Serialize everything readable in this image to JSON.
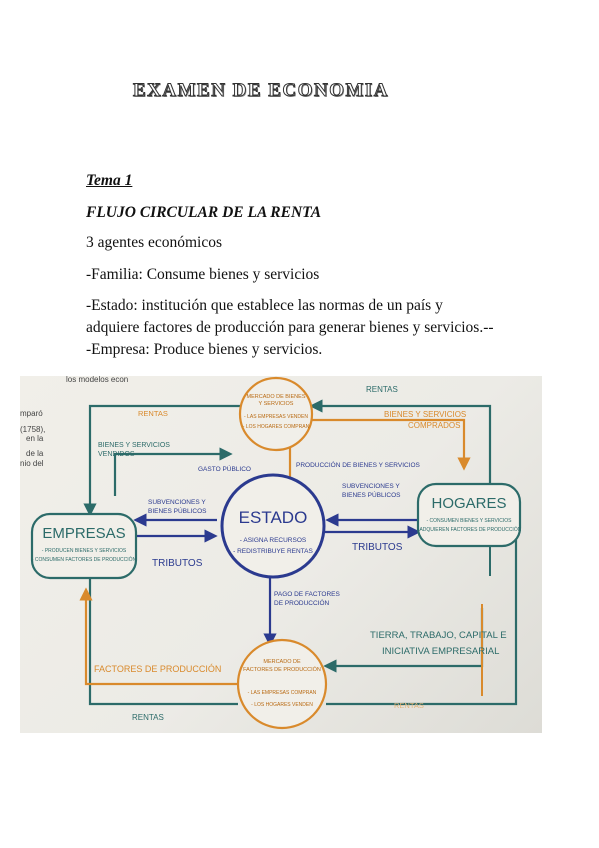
{
  "header": {
    "title": "EXAMEN DE ECONOMIA"
  },
  "doc": {
    "tema": "Tema 1",
    "heading": "FLUJO CIRCULAR DE LA RENTA",
    "agents": "3 agentes económicos",
    "familia": "-Familia: Consume bienes y servicios",
    "estado_1": "-Estado: institución que establece las normas de un país y",
    "estado_2": "adquiere factores de producción para generar bienes y servicios.--",
    "empresa": "-Empresa: Produce bienes y servicios."
  },
  "photo": {
    "colors": {
      "teal": "#2c6b69",
      "orange": "#d98a2c",
      "navy": "#2b3a8f",
      "paper": "#efede7"
    },
    "book_text": {
      "top": "los modelos econ",
      "l1": "mparó",
      "l2": "(1758),",
      "l3": "en la",
      "l4": "de la",
      "l5": "nio del"
    },
    "nodes": {
      "estado": {
        "title": "ESTADO",
        "items": [
          "- ASIGNA RECURSOS",
          "- REDISTRIBUYE RENTAS"
        ]
      },
      "empresas": {
        "title": "EMPRESAS",
        "items": [
          "- PRODUCEN BIENES Y SERVICIOS",
          "- CONSUMEN FACTORES DE PRODUCCIÓN"
        ]
      },
      "hogares": {
        "title": "HOGARES",
        "items": [
          "- CONSUMEN BIENES Y SERVICIOS",
          "- ADQUIEREN FACTORES DE PRODUCCIÓN"
        ]
      },
      "mercado_bienes": {
        "title": [
          "MERCADO DE BIENES",
          "Y SERVICIOS"
        ],
        "items": [
          "- LAS EMPRESAS VENDEN",
          "- LOS HOGARES COMPRAN"
        ]
      },
      "mercado_factores": {
        "title": [
          "MERCADO DE",
          "FACTORES DE PRODUCCIÓN"
        ],
        "items": [
          "- LAS EMPRESAS COMPRAN",
          "- LOS HOGARES VENDEN"
        ]
      }
    },
    "labels": {
      "rentas_top_right": "RENTAS",
      "rentas_top_left": "RENTAS",
      "rentas_bottom": "RENTAS",
      "bienes_vendidos": [
        "BIENES Y SERVICIOS",
        "VENDIDOS"
      ],
      "bienes_comprados": [
        "BIENES Y SERVICIOS",
        "COMPRADOS"
      ],
      "gasto_publico": "GASTO PÚBLICO",
      "produccion_bienes": "PRODUCCIÓN DE BIENES Y SERVICIOS",
      "subvenciones_left": [
        "SUBVENCIONES Y",
        "BIENES PÚBLICOS"
      ],
      "subvenciones_right": [
        "SUBVENCIONES Y",
        "BIENES PÚBLICOS"
      ],
      "tributos_left": "TRIBUTOS",
      "tributos_right": "TRIBUTOS",
      "pago_factores": [
        "PAGO DE FACTORES",
        "DE PRODUCCIÓN"
      ],
      "factores_produccion": "FACTORES DE PRODUCCIÓN",
      "tierra": [
        "TIERRA, TRABAJO, CAPITAL E",
        "INICIATIVA EMPRESARIAL"
      ],
      "rentas_faint": "RENTAS"
    }
  }
}
